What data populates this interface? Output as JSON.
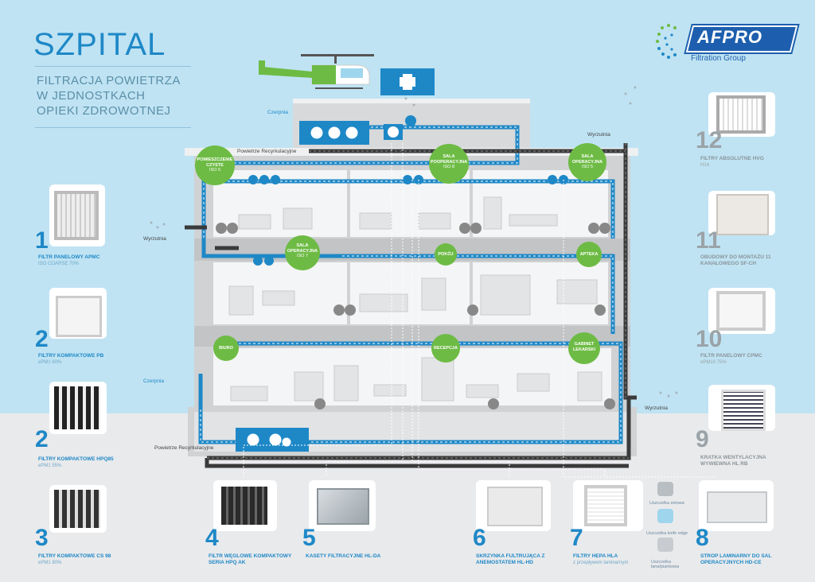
{
  "header": {
    "title": "SZPITAL",
    "subtitle_lines": [
      "FILTRACJA POWIETRZA",
      "W JEDNOSTKACH",
      "OPIEKI ZDROWOTNEJ"
    ]
  },
  "brand": {
    "logo_text": "AFPRO",
    "tagline": "Filtration Group",
    "color": "#1d5fae"
  },
  "colors": {
    "accent_blue": "#1e88c7",
    "green": "#6dbb44",
    "wall_grey": "#d8d9db",
    "dark_pipe": "#3a3a3a"
  },
  "rooms": [
    {
      "name": "POMIESZCZENIE CZYSTE",
      "class": "ISO 5"
    },
    {
      "name": "SALA POOPERACYJNA",
      "class": "ISO 8"
    },
    {
      "name": "SALA OPERACYJNA",
      "class": "ISO 5"
    },
    {
      "name": "SALA OPERACYJNA",
      "class": "ISO 7"
    },
    {
      "name": "POKÓJ",
      "class": ""
    },
    {
      "name": "APTEKA",
      "class": ""
    },
    {
      "name": "BIURO",
      "class": ""
    },
    {
      "name": "RECEPCJA",
      "class": ""
    },
    {
      "name": "GABINET LEKARSKI",
      "class": ""
    }
  ],
  "diagram_labels": {
    "czerpnia_top": "Czerpnia",
    "czerpnia_bottom": "Czerpnia",
    "recirc_top": "Powietrze Recyrkulacyjne",
    "recirc_bottom": "Powietrze Recyrkulacyjne",
    "wyrzutnia_top": "Wyrzutnia",
    "wyrzutnia_left": "Wyrzutnia",
    "wyrzutnia_right": "Wyrzutnia"
  },
  "products": [
    {
      "number": "1",
      "name": "FILTR PANELOWY APMC",
      "spec": "ISO COARSE 70%"
    },
    {
      "number": "2",
      "name": "FILTRY KOMPAKTOWE PB",
      "spec": "ePM1 60%"
    },
    {
      "number": "2",
      "name": "FILTRY KOMPAKTOWE HPQ85",
      "spec": "ePM1 55%"
    },
    {
      "number": "3",
      "name": "FILTRY KOMPAKTOWE CS 98",
      "spec": "ePM1 80%"
    },
    {
      "number": "4",
      "name": "FILTR WĘGLOWE KOMPAKTOWY SERIA HPQ AK",
      "spec": ""
    },
    {
      "number": "5",
      "name": "KASETY FILTRACYJNE HL-DA",
      "spec": ""
    },
    {
      "number": "6",
      "name": "SKRZYNKA FULTRUJĄCA Z ANEMOSTATEM HL-HD",
      "spec": ""
    },
    {
      "number": "7",
      "name": "FILTRY HEPA HLA",
      "spec": "z przepływem laminarnym"
    },
    {
      "number": "8",
      "name": "STROP LAMINARNY DO SAL OPERACYJNYCH HD-CE",
      "spec": ""
    },
    {
      "number": "9",
      "name": "KRATKA WENTYLACYJNA WYWIEWNA HL RB",
      "spec": ""
    },
    {
      "number": "10",
      "name": "FILTR PANELOWY CPMC",
      "spec": "ePM10 75%"
    },
    {
      "number": "11",
      "name": "OBUDOWY DO MONTAŻU 11 KANAŁOWEGO SF-CH",
      "spec": ""
    },
    {
      "number": "12",
      "name": "FILTRY ABSOLUTNE HVG",
      "spec": "H14"
    }
  ],
  "seal_options": [
    "Uszczelka żelowa",
    "Uszczelka knife edge",
    "Uszczelka lana/piankowa"
  ]
}
